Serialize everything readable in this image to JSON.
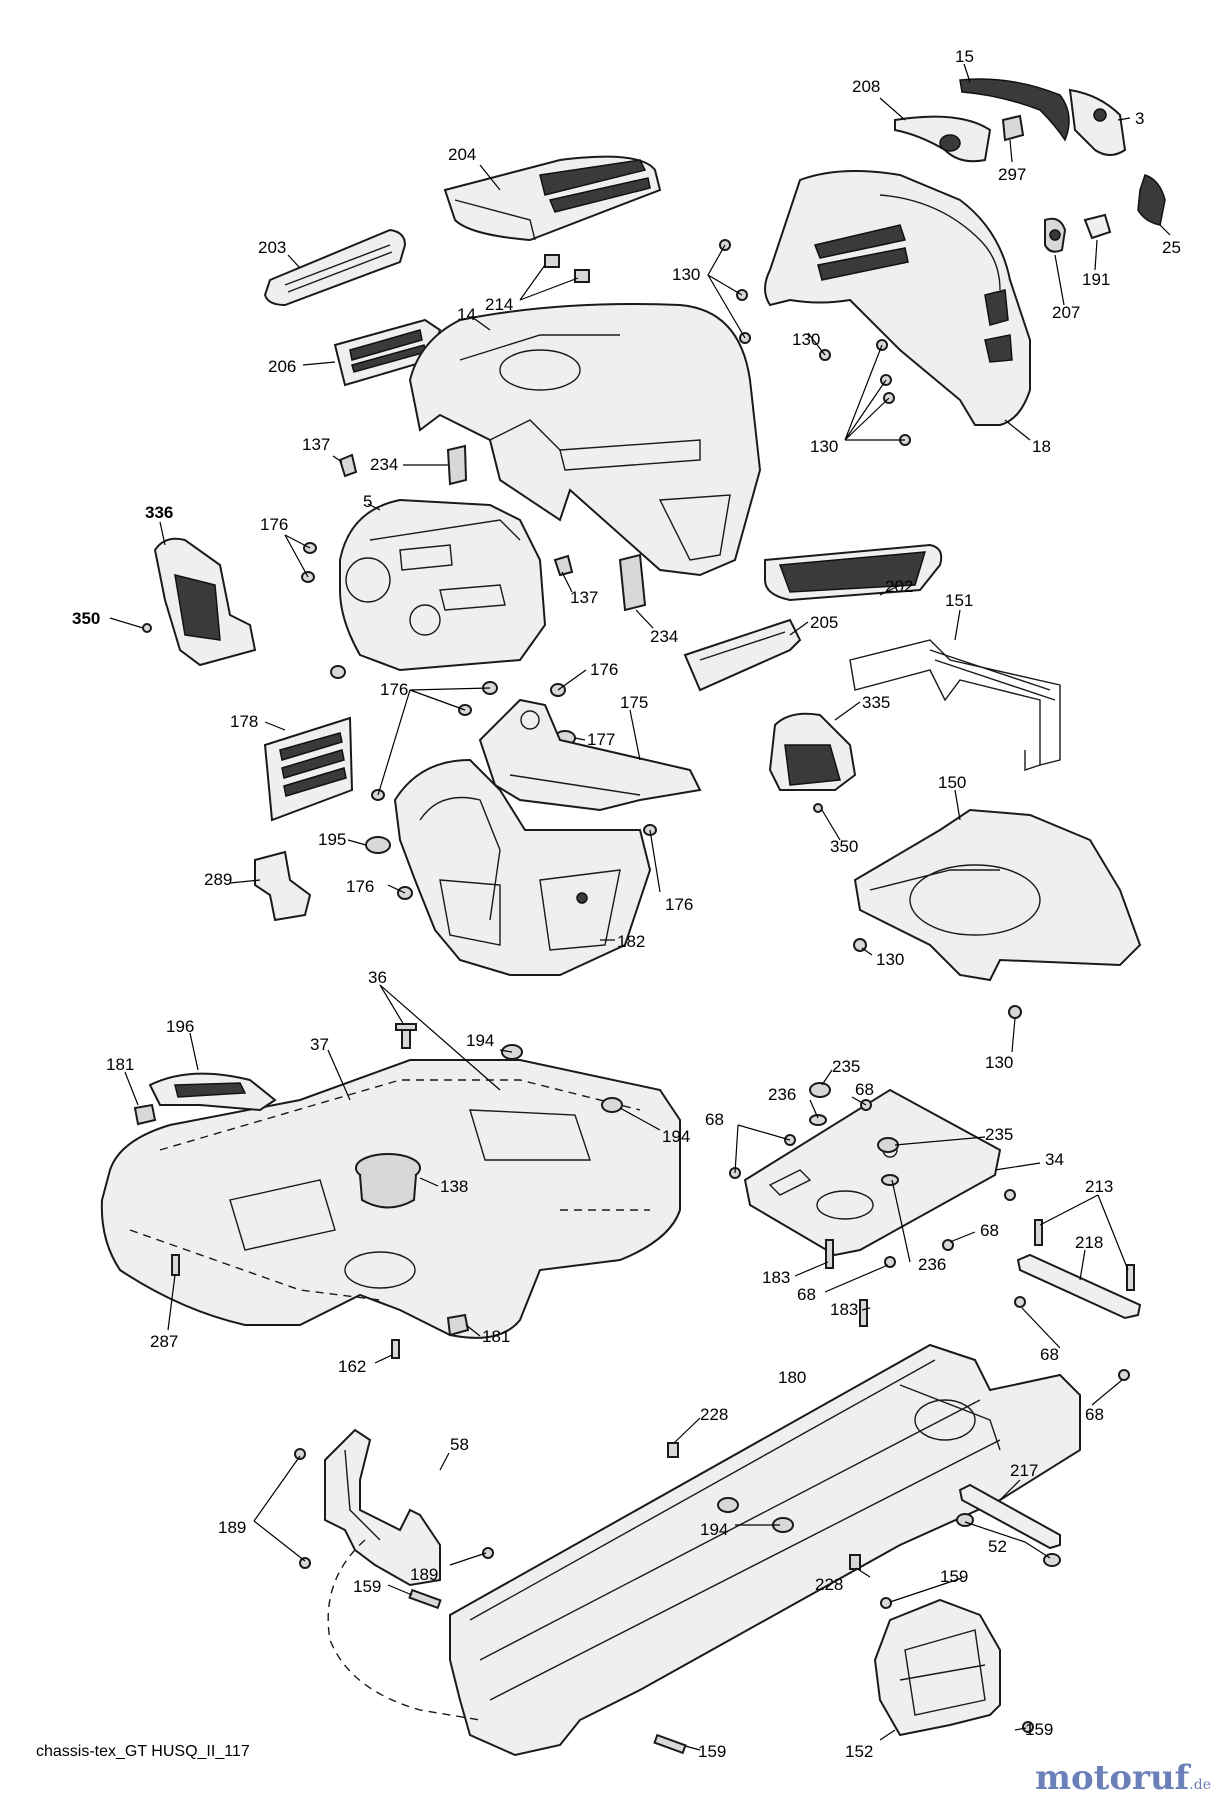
{
  "footer": {
    "code": "chassis-tex_GT HUSQ_II_117",
    "brand_part1": "motoruf",
    "brand_part2": "",
    "brand_suffix": ".de"
  },
  "callouts": {
    "c15": "15",
    "c208": "208",
    "c3": "3",
    "c297": "297",
    "c25": "25",
    "c191": "191",
    "c207": "207",
    "c204": "204",
    "c203": "203",
    "c130a": "130",
    "c214": "214",
    "c14": "14",
    "c206": "206",
    "c130b": "130",
    "c130c": "130",
    "c18": "18",
    "c137a": "137",
    "c234a": "234",
    "c5": "5",
    "c336": "336",
    "c176a": "176",
    "c350a": "350",
    "c137b": "137",
    "c234b": "234",
    "c202": "202",
    "c205": "205",
    "c176b": "176",
    "c176c": "176",
    "c151": "151",
    "c178": "178",
    "c177": "177",
    "c175": "175",
    "c335": "335",
    "c195": "195",
    "c350b": "350",
    "c150": "150",
    "c289": "289",
    "c176d": "176",
    "c176e": "176",
    "c182": "182",
    "c130d": "130",
    "c130e": "130",
    "c36": "36",
    "c196": "196",
    "c37": "37",
    "c194a": "194",
    "c181a": "181",
    "c194b": "194",
    "c138": "138",
    "c235a": "235",
    "c236a": "236",
    "c68a": "68",
    "c68b": "68",
    "c235b": "235",
    "c34": "34",
    "c213": "213",
    "c68c": "68",
    "c218": "218",
    "c183a": "183",
    "c68d": "68",
    "c236b": "236",
    "c183b": "183",
    "c287": "287",
    "c181b": "181",
    "c162": "162",
    "c68e": "68",
    "c68f": "68",
    "c180": "180",
    "c228a": "228",
    "c58": "58",
    "c217": "217",
    "c189a": "189",
    "c194c": "194",
    "c52": "52",
    "c189b": "189",
    "c159a": "159",
    "c228b": "228",
    "c159b": "159",
    "c159c": "159",
    "c152": "152",
    "c159d": "159"
  }
}
